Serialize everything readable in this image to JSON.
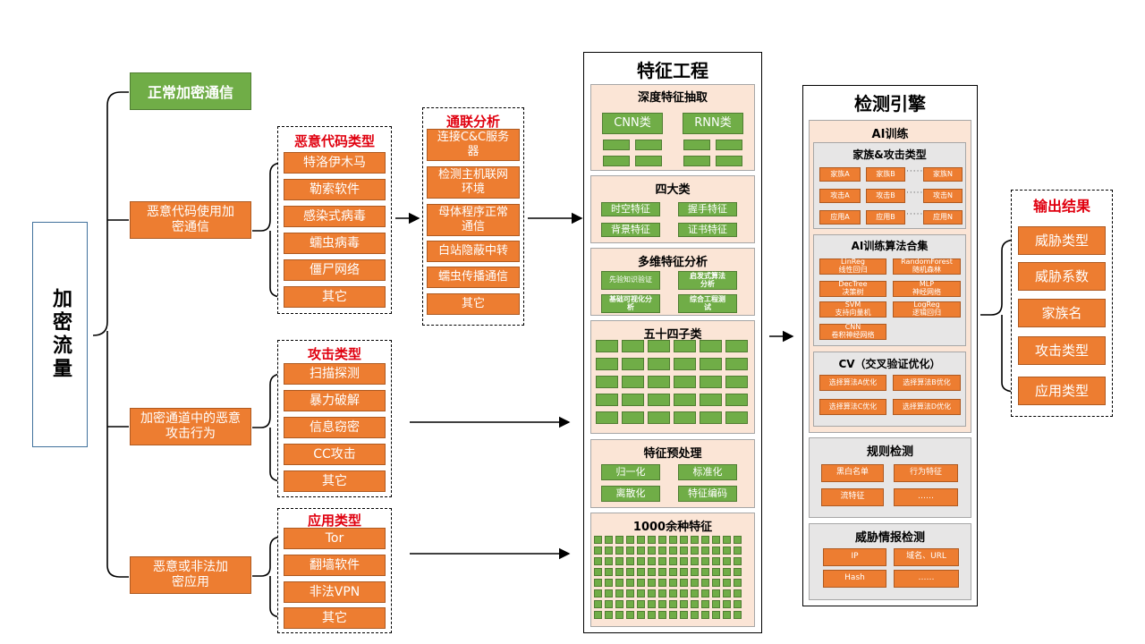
{
  "root": {
    "label": "加密流量"
  },
  "normal": {
    "label": "正常加密通信"
  },
  "malware_use": {
    "label": "恶意代码使用加密通信"
  },
  "attack_behavior": {
    "label": "加密通道中的恶意攻击行为"
  },
  "illegal_app": {
    "label": "恶意或非法加密应用"
  },
  "malware_types": {
    "title": "恶意代码类型",
    "items": [
      "特洛伊木马",
      "勒索软件",
      "感染式病毒",
      "蠕虫病毒",
      "僵尸网络",
      "其它"
    ]
  },
  "correlation": {
    "title": "通联分析",
    "items": [
      "连接C&C服务器",
      "检测主机联网环境",
      "母体程序正常通信",
      "白站隐蔽中转",
      "蠕虫传播通信",
      "其它"
    ]
  },
  "attack_types": {
    "title": "攻击类型",
    "items": [
      "扫描探测",
      "暴力破解",
      "信息窃密",
      "CC攻击",
      "其它"
    ]
  },
  "app_types": {
    "title": "应用类型",
    "items": [
      "Tor",
      "翻墙软件",
      "非法VPN",
      "其它"
    ]
  },
  "feature_eng": {
    "title": "特征工程",
    "deep": {
      "title": "深度特征抽取",
      "cnn": "CNN类",
      "rnn": "RNN类"
    },
    "four": {
      "title": "四大类",
      "items": [
        "时空特征",
        "握手特征",
        "背景特征",
        "证书特征"
      ]
    },
    "multi": {
      "title": "多维特征分析",
      "items": [
        "先验知识验证",
        "启发式算法分析",
        "基础可视化分析",
        "综合工程测试"
      ]
    },
    "fifty_four": {
      "title": "五十四子类"
    },
    "preprocess": {
      "title": "特征预处理",
      "items": [
        "归一化",
        "标准化",
        "离散化",
        "特征编码"
      ]
    },
    "thousand": {
      "title": "1000余种特征"
    }
  },
  "engine": {
    "title": "检测引擎",
    "ai": {
      "title": "AI训练",
      "family": {
        "title": "家族&攻击类型",
        "rows": [
          [
            "家族A",
            "家族B",
            "家族N"
          ],
          [
            "攻击A",
            "攻击B",
            "攻击N"
          ],
          [
            "应用A",
            "应用B",
            "应用N"
          ]
        ]
      },
      "algos": {
        "title": "AI训练算法合集",
        "items": [
          "LinReg\n线性回归",
          "RandomForest\n随机森林",
          "DecTree\n决策树",
          "MLP\n神经网络",
          "SVM\n支持向量机",
          "LogReg\n逻辑回归",
          "CNN\n卷积神经网络"
        ]
      },
      "cv": {
        "title": "CV（交叉验证优化）",
        "items": [
          "选择算法A优化",
          "选择算法B优化",
          "选择算法C优化",
          "选择算法D优化"
        ]
      }
    },
    "rules": {
      "title": "规则检测",
      "items": [
        "黑白名单",
        "行为特征",
        "流特征",
        "……"
      ]
    },
    "intel": {
      "title": "威胁情报检测",
      "items": [
        "IP",
        "域名、URL",
        "Hash",
        "……"
      ]
    }
  },
  "output": {
    "title": "输出结果",
    "items": [
      "威胁类型",
      "威胁系数",
      "家族名",
      "攻击类型",
      "应用类型"
    ]
  },
  "colors": {
    "orange": "#ed7d31",
    "green": "#70ad47",
    "red": "#e0000f",
    "peach": "#fbe5d6",
    "gray": "#e7e6e6"
  }
}
